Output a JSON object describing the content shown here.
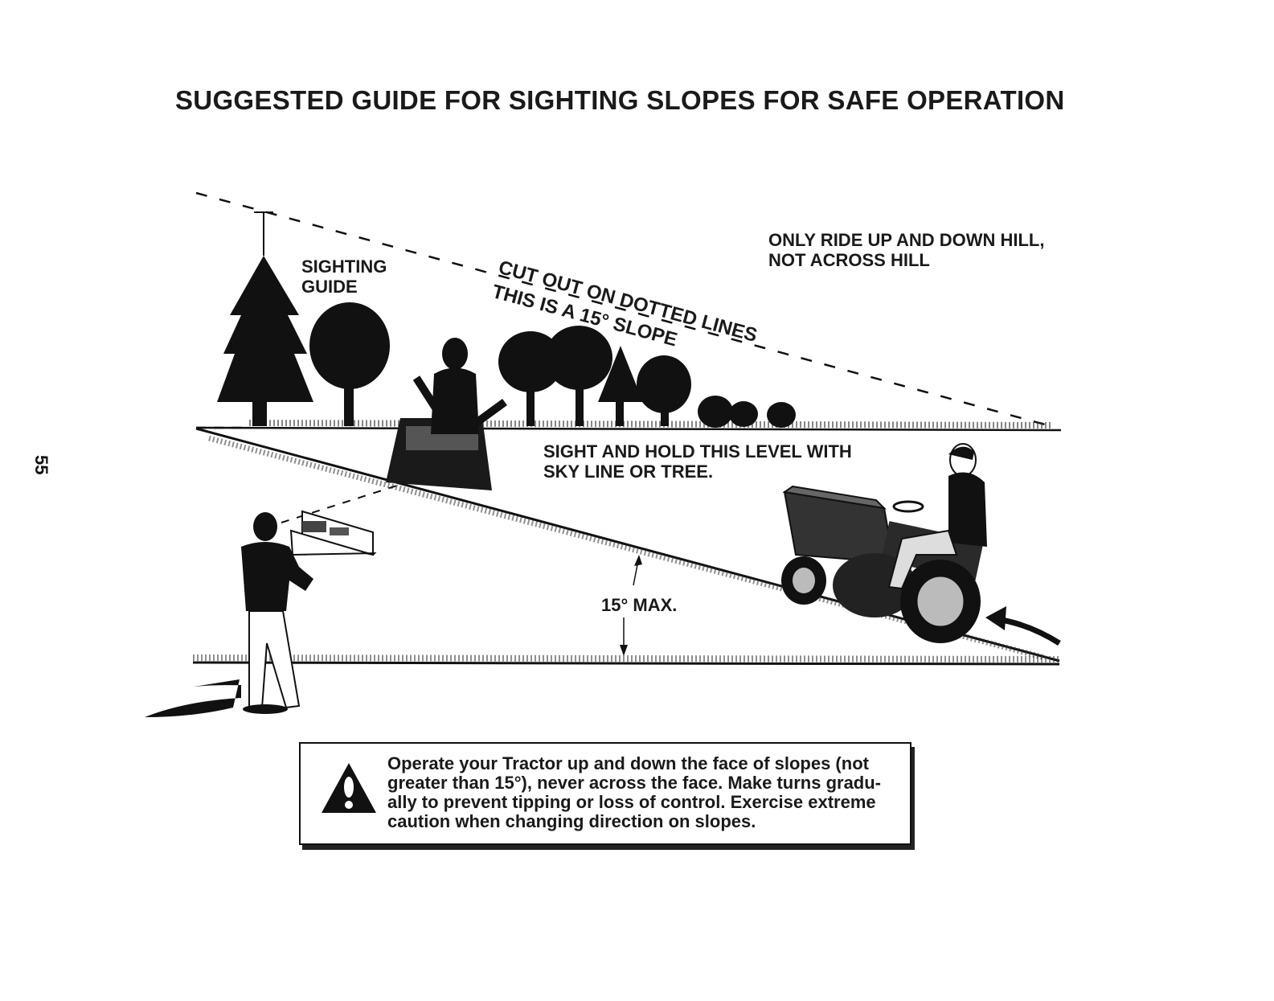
{
  "page": {
    "title": "SUGGESTED GUIDE FOR SIGHTING SLOPES FOR SAFE OPERATION",
    "page_number": "55"
  },
  "diagram": {
    "sighting_guide_line1": "SIGHTING",
    "sighting_guide_line2": "GUIDE",
    "cut_out_text": "CUT OUT ON DOTTED LINES",
    "slope_text": "THIS IS A 15° SLOPE",
    "ride_line1": "ONLY RIDE UP AND DOWN HILL,",
    "ride_line2": "NOT ACROSS HILL",
    "sight_line1": "SIGHT AND HOLD THIS LEVEL WITH",
    "sight_line2": "SKY LINE OR TREE.",
    "max_angle": "15° MAX."
  },
  "warning": {
    "icon": "warning-triangle-icon",
    "lines": [
      "Operate your Tractor up and down the face of slopes (not",
      "greater than 15°), never across the face. Make turns gradu-",
      "ally to prevent tipping or loss of control. Exercise extreme",
      "caution when changing direction on slopes."
    ]
  },
  "colors": {
    "ink": "#111111",
    "paper": "#ffffff"
  }
}
